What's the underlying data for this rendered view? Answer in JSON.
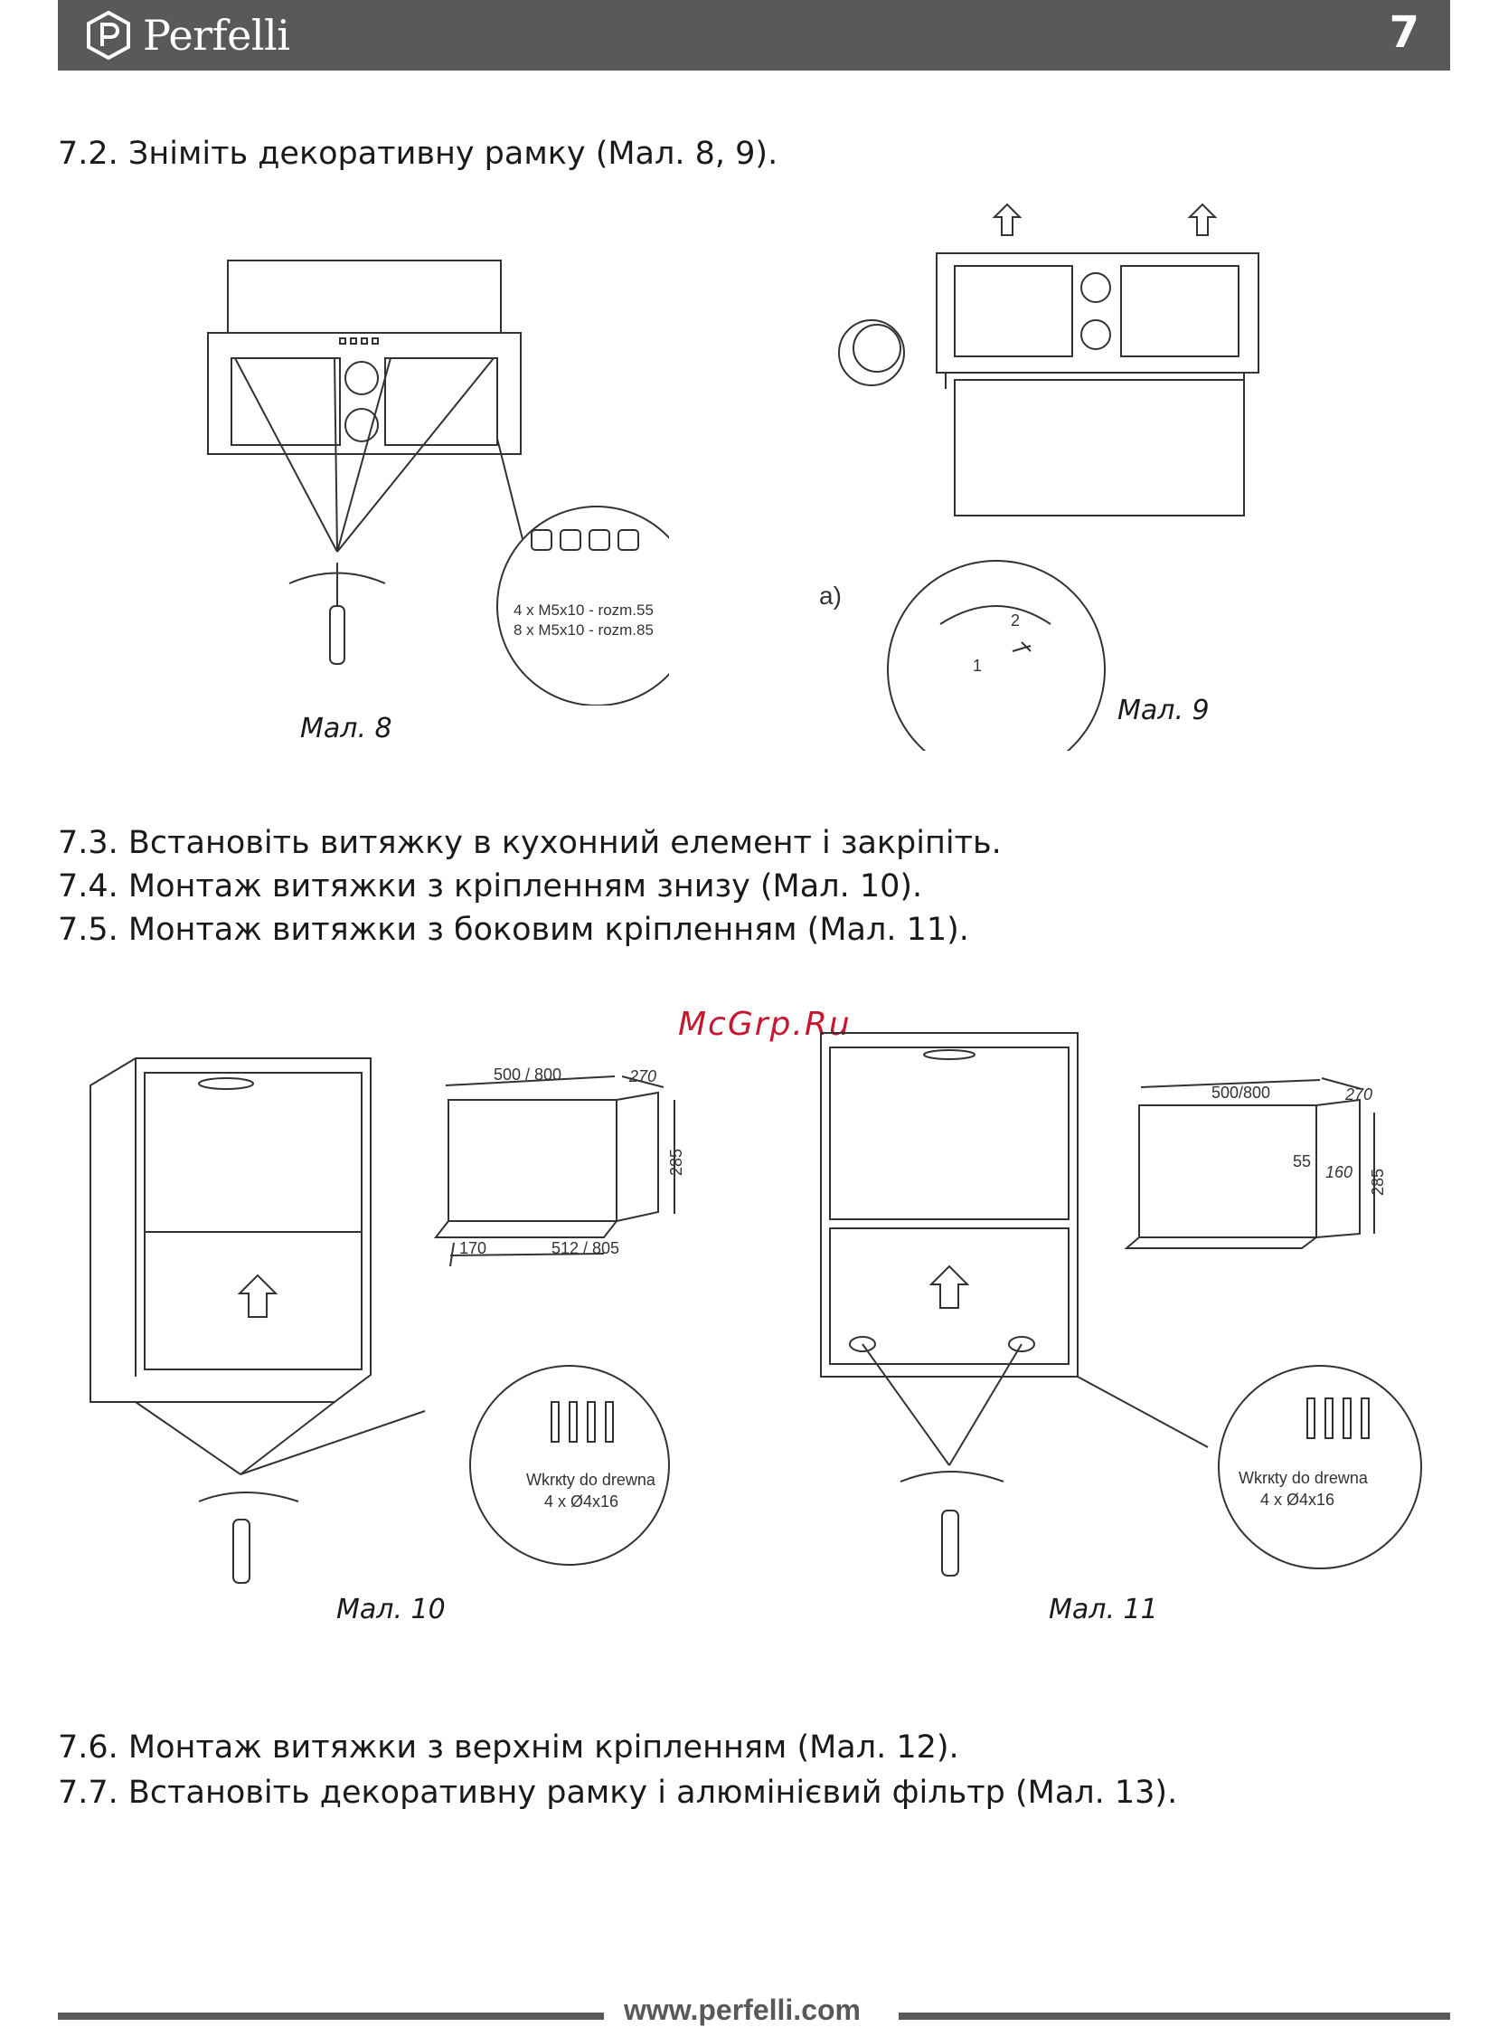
{
  "header": {
    "brand": "Perfelli",
    "page_number": "7"
  },
  "steps": {
    "s72": "7.2. Зніміть декоративну рамку (Мал. 8, 9).",
    "s73": "7.3. Встановіть витяжку в кухонний елемент і закріпіть.",
    "s74": "7.4. Монтаж витяжки з кріпленням знизу (Мал. 10).",
    "s75": "7.5. Монтаж витяжки з боковим кріпленням (Мал. 11).",
    "s76": "7.6. Монтаж витяжки з верхнім кріпленням (Мал. 12).",
    "s77": "7.7. Встановіть декоративну рамку і алюмінієвий фільтр (Мал. 13)."
  },
  "fig8": {
    "caption": "Мал. 8",
    "screw_line1": "4 x M5x10 - rozm.55",
    "screw_line2": "8 x M5x10 - rozm.85"
  },
  "fig9": {
    "caption": "Мал. 9",
    "label_a": "а)",
    "step1": "1",
    "step2": "2"
  },
  "fig10": {
    "caption": "Мал. 10",
    "dim_width": "500 / 800",
    "dim_depth": "270",
    "dim_height": "285",
    "dim_cut_width": "512 / 805",
    "dim_cut_depth": "170",
    "screw_line1": "Wkrкty do drewna",
    "screw_line2": "4 x Ø4x16"
  },
  "fig11": {
    "caption": "Мал. 11",
    "dim_width": "500/800",
    "dim_depth": "270",
    "dim_height": "285",
    "dim_a": "55",
    "dim_b": "160",
    "screw_line1": "Wkrкty do drewna",
    "screw_line2": "4 x Ø4x16"
  },
  "watermark": "McGrp.Ru",
  "footer": {
    "url": "www.perfelli.com"
  }
}
